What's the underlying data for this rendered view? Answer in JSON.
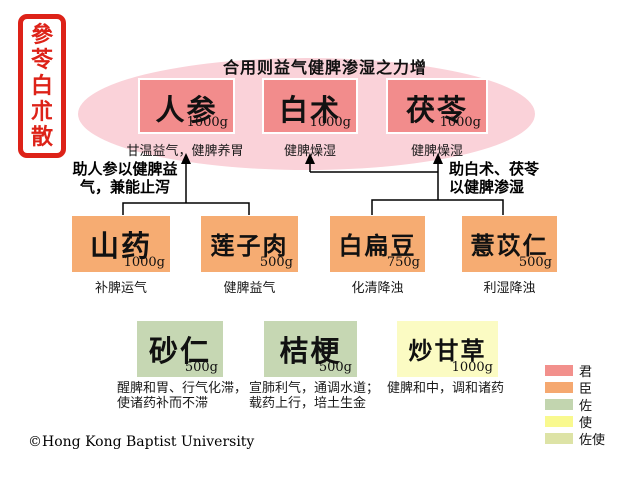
{
  "stamp": {
    "chars": [
      "參",
      "苓",
      "白",
      "朮",
      "散"
    ]
  },
  "title": "合用则益气健脾渗湿之力增",
  "rows": {
    "jun": {
      "herbs": [
        {
          "name": "人参",
          "amount": "1000g",
          "caption": "甘温益气，健脾养胃"
        },
        {
          "name": "白术",
          "amount": "1000g",
          "caption": "健脾燥湿"
        },
        {
          "name": "茯苓",
          "amount": "1000g",
          "caption": "健脾燥湿"
        }
      ]
    },
    "chen": {
      "herbs": [
        {
          "name": "山药",
          "amount": "1000g",
          "caption": "补脾运气"
        },
        {
          "name": "莲子肉",
          "amount": "500g",
          "caption": "健脾益气"
        },
        {
          "name": "白扁豆",
          "amount": "750g",
          "caption": "化清降浊"
        },
        {
          "name": "薏苡仁",
          "amount": "500g",
          "caption": "利湿降浊"
        }
      ]
    },
    "zuo_shi": {
      "herbs": [
        {
          "name": "砂仁",
          "amount": "500g",
          "caption_line1": "醒脾和胃、行气化滞，",
          "caption_line2": "使诸药补而不滞"
        },
        {
          "name": "桔梗",
          "amount": "500g",
          "caption_line1": "宣肺利气，通调水道；",
          "caption_line2": "载药上行，培土生金"
        },
        {
          "name": "炒甘草",
          "amount": "1000g",
          "caption_line1": "健脾和中，调和诸药",
          "caption_line2": ""
        }
      ]
    }
  },
  "annotations": {
    "left": {
      "line1": "助人参以健脾益",
      "line2": "气，兼能止泻"
    },
    "right": {
      "line1": "助白术、茯苓",
      "line2": "以健脾渗湿"
    }
  },
  "legend": {
    "items": [
      {
        "label": "君",
        "color": "#f2908c"
      },
      {
        "label": "臣",
        "color": "#f5a870"
      },
      {
        "label": "佐",
        "color": "#c2d5af"
      },
      {
        "label": "使",
        "color": "#f9f98f"
      },
      {
        "label": "佐使",
        "color": "#dde3a6"
      }
    ]
  },
  "copyright": "©Hong Kong Baptist University",
  "colors": {
    "stamp_red": "#dd2218",
    "ellipse_pink": "#fad2d9",
    "jun_box": "#f28c8c",
    "chen_box": "#f6ac72",
    "zuo_box": "#c6d7b3",
    "shi_box": "#fbfbc3",
    "line": "#000000"
  }
}
